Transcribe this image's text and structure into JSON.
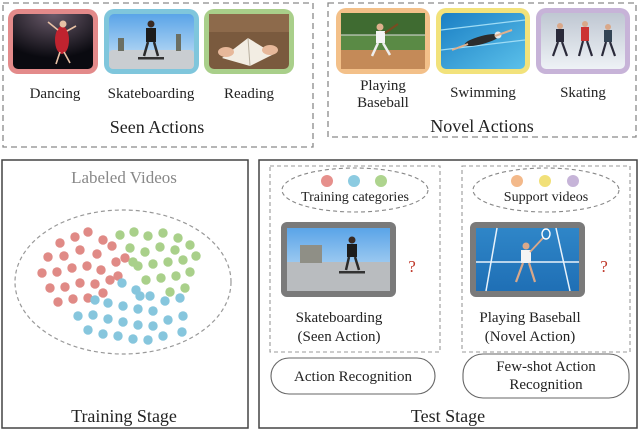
{
  "seen_panel": {
    "title": "Seen Actions",
    "items": [
      {
        "label": "Dancing",
        "frame_color": "#e38a8a"
      },
      {
        "label": "Skateboarding",
        "frame_color": "#7fc6dc"
      },
      {
        "label": "Reading",
        "frame_color": "#a9cf8a"
      }
    ]
  },
  "novel_panel": {
    "title": "Novel Actions",
    "items": [
      {
        "label_line1": "Playing",
        "label_line2": "Baseball",
        "frame_color": "#f3c089"
      },
      {
        "label_line1": "Swimming",
        "label_line2": "",
        "frame_color": "#f2e27b"
      },
      {
        "label_line1": "Skating",
        "label_line2": "",
        "frame_color": "#c7b3d8"
      }
    ]
  },
  "training_panel": {
    "heading": "Labeled Videos",
    "caption": "Training Stage",
    "cluster_colors": {
      "red": "#e08a86",
      "green": "#a9d08a",
      "blue": "#86c6dd"
    }
  },
  "test_panel": {
    "caption": "Test Stage",
    "left": {
      "bubble_text": "Training categories",
      "dot_colors": [
        "#e6908c",
        "#8ccbe1",
        "#aed48e"
      ],
      "video_line1": "Skateboarding",
      "video_line2": "(Seen Action)",
      "question": "?",
      "button_label": "Action Recognition"
    },
    "right": {
      "bubble_text": "Support videos",
      "dot_colors": [
        "#f3b98a",
        "#f1e078",
        "#c6b4d8"
      ],
      "video_line1": "Playing Baseball",
      "video_line2": "(Novel Action)",
      "question": "?",
      "button_line1": "Few-shot Action",
      "button_line2": "Recognition"
    }
  }
}
